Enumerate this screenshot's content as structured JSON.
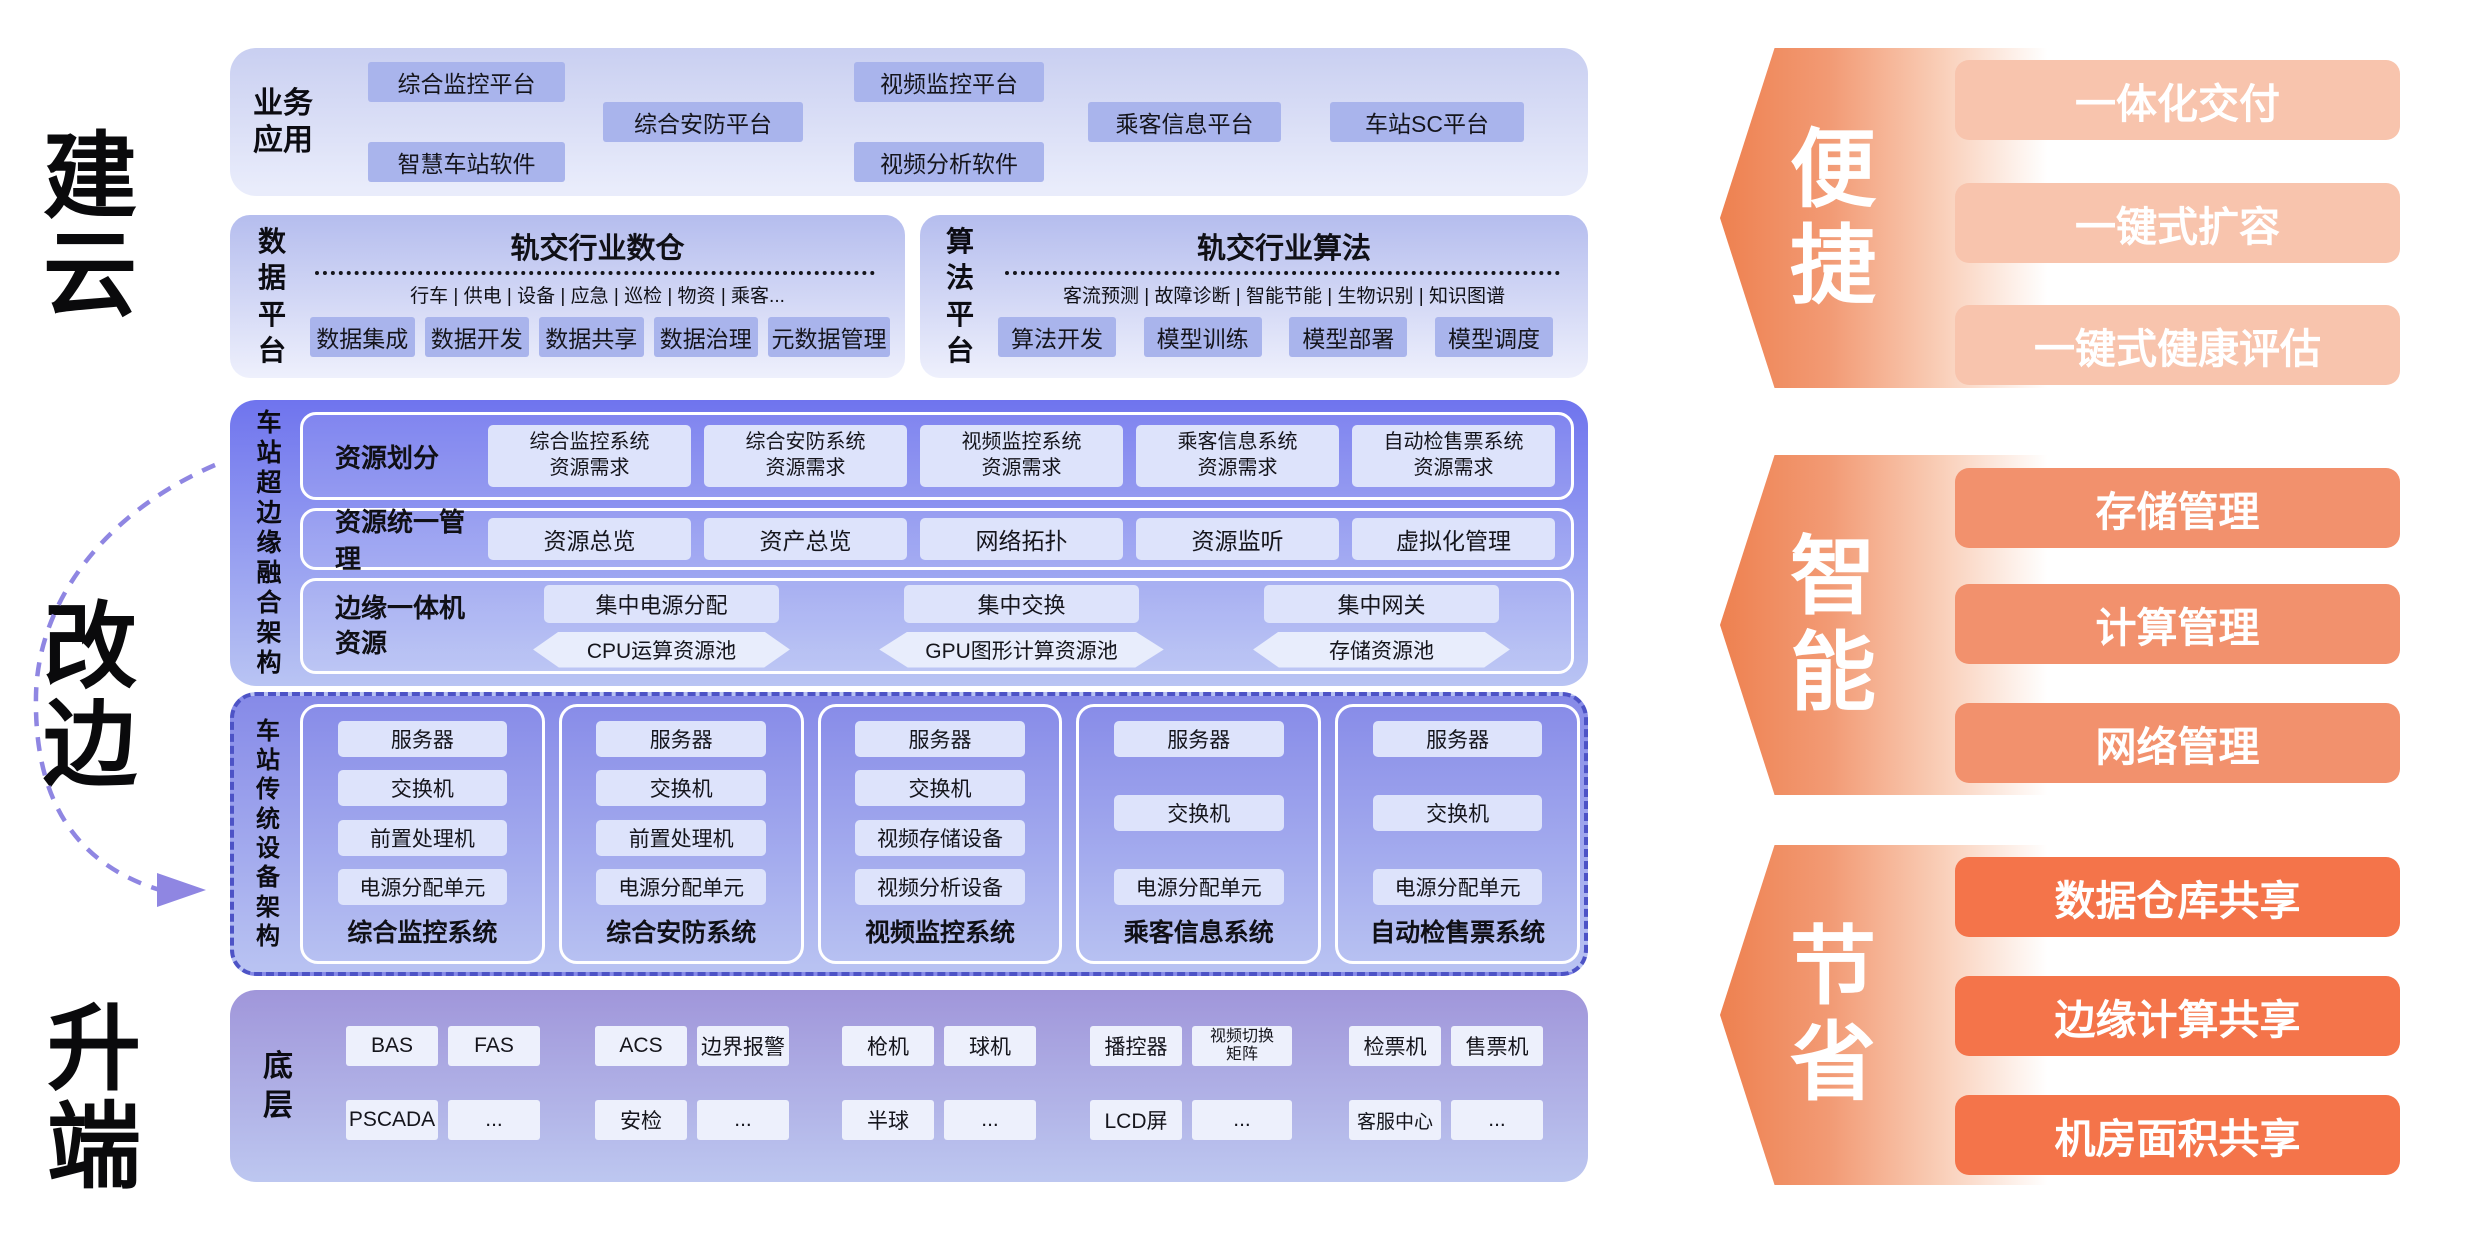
{
  "left_labels": {
    "build_cloud": "建云",
    "transform_edge": "改边",
    "upgrade_terminal": "升端"
  },
  "business": {
    "side_label": "业务应用",
    "boxes": [
      "综合监控平台",
      "视频监控平台",
      "综合安防平台",
      "乘客信息平台",
      "车站SC平台",
      "智慧车站软件",
      "视频分析软件"
    ]
  },
  "data_platform": {
    "side_label": "数据平台",
    "title": "轨交行业数仓",
    "tags": "行车 | 供电 | 设备 | 应急 | 巡检 | 物资 | 乘客...",
    "boxes": [
      "数据集成",
      "数据开发",
      "数据共享",
      "数据治理",
      "元数据管理"
    ]
  },
  "algo_platform": {
    "side_label": "算法平台",
    "title": "轨交行业算法",
    "tags": "客流预测 | 故障诊断 | 智能节能 | 生物识别 | 知识图谱",
    "boxes": [
      "算法开发",
      "模型训练",
      "模型部署",
      "模型调度"
    ]
  },
  "hyper_edge": {
    "side_label": "车站超边缘融合架构",
    "partition": {
      "label": "资源划分",
      "boxes": [
        {
          "top": "综合监控系统",
          "bottom": "资源需求"
        },
        {
          "top": "综合安防系统",
          "bottom": "资源需求"
        },
        {
          "top": "视频监控系统",
          "bottom": "资源需求"
        },
        {
          "top": "乘客信息系统",
          "bottom": "资源需求"
        },
        {
          "top": "自动检售票系统",
          "bottom": "资源需求"
        }
      ]
    },
    "management": {
      "label": "资源统一管理",
      "boxes": [
        "资源总览",
        "资产总览",
        "网络拓扑",
        "资源监听",
        "虚拟化管理"
      ]
    },
    "edge_aio": {
      "label": "边缘一体机资源",
      "rects": [
        "集中电源分配",
        "集中交换",
        "集中网关"
      ],
      "pools": [
        "CPU运算资源池",
        "GPU图形计算资源池",
        "存储资源池"
      ]
    }
  },
  "legacy": {
    "side_label": "车站传统设备架构",
    "columns": [
      {
        "name": "综合监控系统",
        "devices": [
          "服务器",
          "交换机",
          "前置处理机",
          "电源分配单元"
        ]
      },
      {
        "name": "综合安防系统",
        "devices": [
          "服务器",
          "交换机",
          "前置处理机",
          "电源分配单元"
        ]
      },
      {
        "name": "视频监控系统",
        "devices": [
          "服务器",
          "交换机",
          "视频存储设备",
          "视频分析设备"
        ]
      },
      {
        "name": "乘客信息系统",
        "devices": [
          "服务器",
          "交换机",
          "电源分配单元"
        ]
      },
      {
        "name": "自动检售票系统",
        "devices": [
          "服务器",
          "交换机",
          "电源分配单元"
        ]
      }
    ]
  },
  "base_layer": {
    "side_label": "底层",
    "groups": [
      {
        "r1": [
          "BAS",
          "FAS"
        ],
        "r2": [
          "PSCADA",
          "..."
        ]
      },
      {
        "r1": [
          "ACS",
          "边界报警"
        ],
        "r2": [
          "安检",
          "..."
        ]
      },
      {
        "r1": [
          "枪机",
          "球机"
        ],
        "r2": [
          "半球",
          "..."
        ]
      },
      {
        "r1": [
          "播控器",
          "视频切换矩阵"
        ],
        "r2": [
          "LCD屏",
          "..."
        ]
      },
      {
        "r1": [
          "检票机",
          "售票机"
        ],
        "r2": [
          "客服中心",
          "..."
        ]
      }
    ]
  },
  "right_panels": [
    {
      "label": "便捷",
      "color": "#f8c4ad",
      "items": [
        "一体化交付",
        "一键式扩容",
        "一键式健康评估"
      ]
    },
    {
      "label": "智能",
      "color": "#f2916d",
      "items": [
        "存储管理",
        "计算管理",
        "网络管理"
      ]
    },
    {
      "label": "节省",
      "color": "#f4744a",
      "items": [
        "数据仓库共享",
        "边缘计算共享",
        "机房面积共享"
      ]
    }
  ],
  "colors": {
    "section_top_purple": "#6f74ee",
    "section_dashed_border": "#4d53c6",
    "box_periwinkle": "#a9b4ec",
    "box_lavender": "#dde3fb",
    "arrow_orange": "#ee8150",
    "arc_purple": "#8f86e2"
  }
}
